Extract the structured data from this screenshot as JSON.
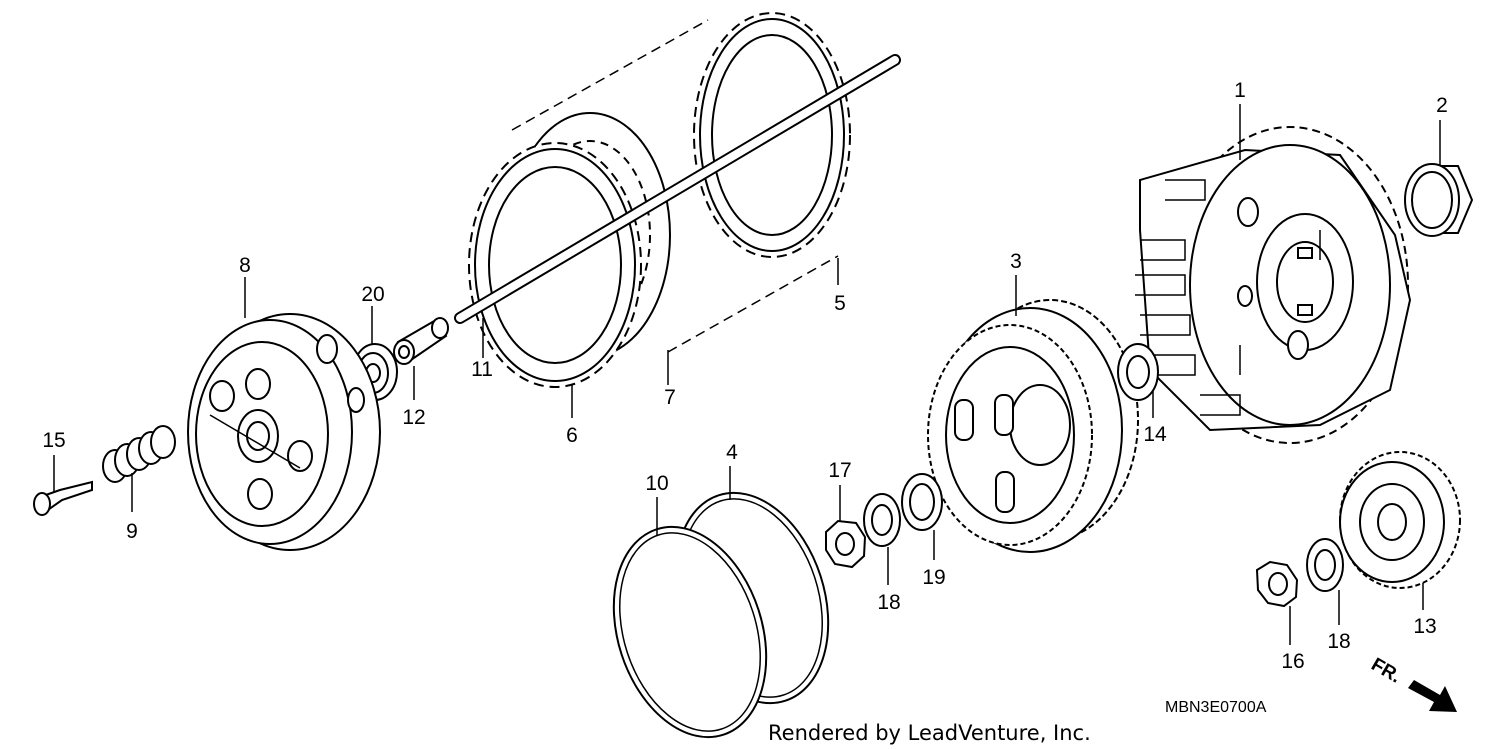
{
  "labels": {
    "p1": "1",
    "p2": "2",
    "p3": "3",
    "p4": "4",
    "p5": "5",
    "p6": "6",
    "p7": "7",
    "p8": "8",
    "p9": "9",
    "p10": "10",
    "p11": "11",
    "p12": "12",
    "p13": "13",
    "p14": "14",
    "p15": "15",
    "p16": "16",
    "p17": "17",
    "p18a": "18",
    "p18b": "18",
    "p19": "19",
    "p20": "20"
  },
  "diagram_code": "MBN3E0700A",
  "rendered_by": "Rendered by LeadVenture, Inc.",
  "direction_marker": "FR."
}
